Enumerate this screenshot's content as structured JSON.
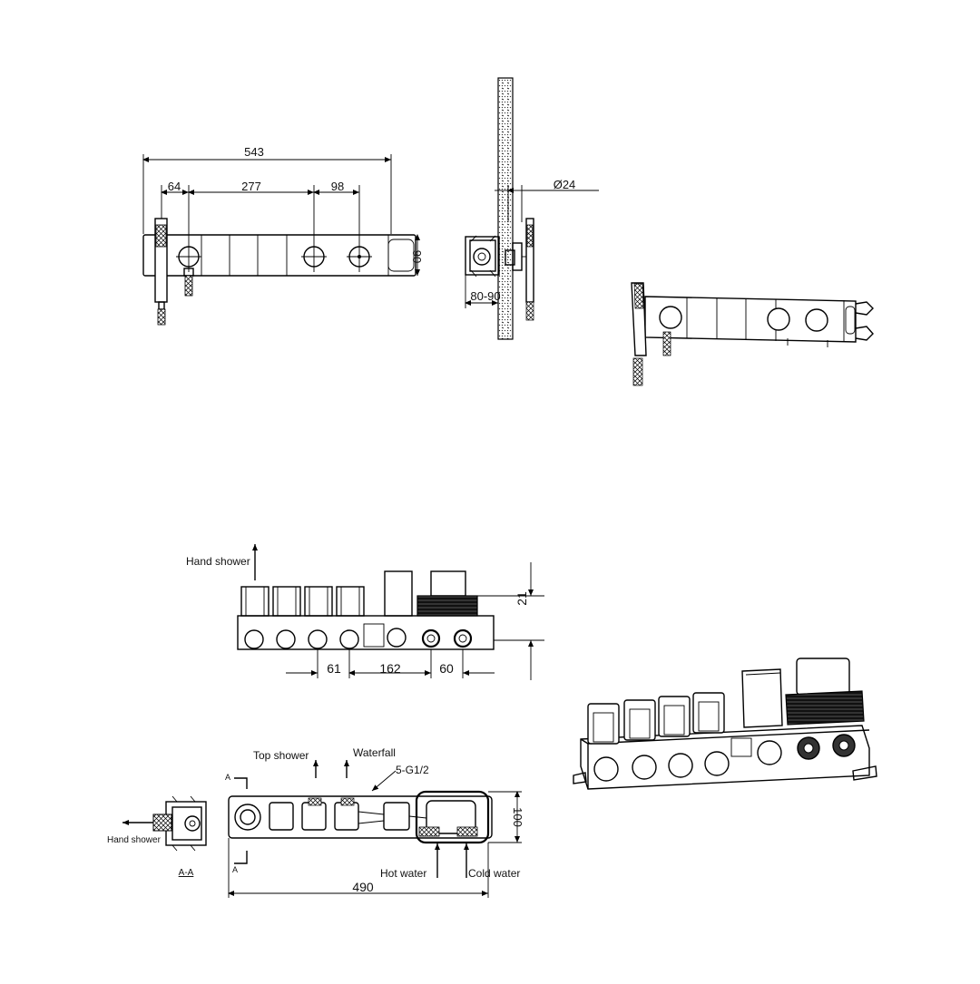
{
  "front_view": {
    "dim_overall": "543",
    "dim_left": "64",
    "dim_middle": "277",
    "dim_right": "98",
    "dim_height": "90"
  },
  "side_view": {
    "dim_diameter": "Ø24",
    "dim_depth": "80-90"
  },
  "valve_top_view": {
    "label_hand_shower": "Hand shower",
    "dim_height": "21",
    "dim_a": "61",
    "dim_b": "162",
    "dim_c": "60"
  },
  "valve_plan_view": {
    "label_top_shower": "Top shower",
    "label_waterfall": "Waterfall",
    "label_thread": "5-G1/2",
    "label_hot_water": "Hot water",
    "label_cold_water": "Cold water",
    "dim_width": "490",
    "dim_depth": "100",
    "section_mark_top": "A",
    "section_mark_bottom": "A"
  },
  "section_view": {
    "label_hand_shower": "Hand  shower",
    "section_label": "A-A"
  }
}
